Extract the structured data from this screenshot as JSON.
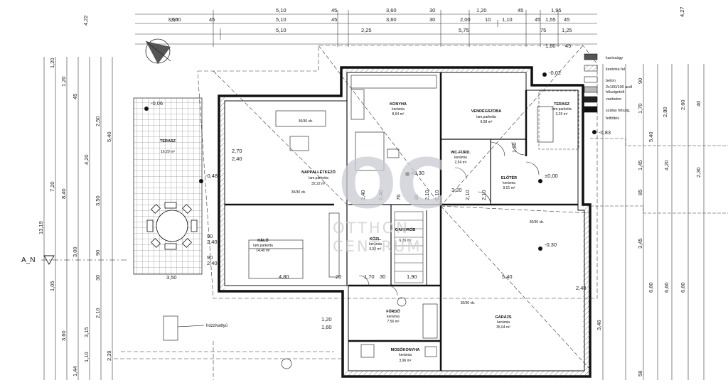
{
  "top_dims": {
    "row1": [
      "5,10",
      "45",
      "3,60",
      "30",
      "1,20",
      "45",
      "1,95"
    ],
    "row2": [
      "3,50",
      "45",
      "5,10",
      "45",
      "3,60",
      "30",
      "2,00",
      "10",
      "1,10",
      "45",
      "1,55",
      "45"
    ],
    "row3": [
      "5,10",
      "2,25",
      "5,75",
      "75",
      "1,25"
    ]
  },
  "right_top": [
    "4,27",
    "4,22"
  ],
  "section_label": "A_N",
  "rooms": [
    {
      "name": "TERASZ",
      "mat": "",
      "area": "16,20 m²"
    },
    {
      "name": "KONYHA",
      "mat": "kerámia",
      "area": "8,64 m²"
    },
    {
      "name": "VENDÉGSZOBA",
      "mat": "lam.parketta",
      "area": "9,08 m²"
    },
    {
      "name": "TERASZ",
      "mat": "lam.parketta",
      "area": "3,25 m²"
    },
    {
      "name": "NAPPALI-ÉTKEZŐ",
      "mat": "lam.parketta",
      "area": "32,22 m²"
    },
    {
      "name": "WC-FÜRD.",
      "mat": "kerámia",
      "area": "2,54 m²"
    },
    {
      "name": "ELŐTÉR",
      "mat": "kerámia",
      "area": "9,01 m²"
    },
    {
      "name": "HÁLÓ",
      "mat": "lam.parketta",
      "area": "14,40 m²"
    },
    {
      "name": "KÖZL.",
      "mat": "kerámia",
      "area": "5,50 m²"
    },
    {
      "name": "GARDRÓB",
      "mat": "",
      "area": "6,26 m²"
    },
    {
      "name": "FÜRDŐ",
      "mat": "kerámia",
      "area": "7,56 m²"
    },
    {
      "name": "GARÁZS",
      "mat": "kerámia",
      "area": "35,64 m²"
    },
    {
      "name": "MOSÓKONYHA",
      "mat": "kerámia",
      "area": "3,96 m²"
    }
  ],
  "legend": [
    "kavicságy",
    "kerámia fal",
    "beton",
    "2x100/100 acél",
    "hőszigetelt",
    "vasbeton",
    "szálas hőszig.",
    "feltöltés"
  ],
  "levels": [
    "-0,06",
    "-0,48",
    "±0,00",
    "-0,30",
    "-0,83",
    "-0,02",
    "+0,30"
  ],
  "annotations": {
    "viewbox_note": "30/30 vb.",
    "hozzavattyu": "hózzivattyú",
    "sublabel": "30/30 vb."
  },
  "misc_dims": [
    "2,70",
    "2,40",
    "90",
    "2,40",
    "90",
    "2,40",
    "4,80",
    "20",
    "1,70",
    "1,90",
    "30",
    "5,40",
    "2,48",
    "1,20",
    "1,60",
    "1,80",
    "2,10",
    "2,10",
    "2,10",
    "3,20",
    "2,10",
    "76",
    "30",
    "2,40",
    "2,40",
    "3,50",
    "3,60"
  ],
  "left_dims": [
    "1,20",
    "1,20",
    "45",
    "2,50",
    "5,40",
    "8,40",
    "7,20",
    "13,19",
    "4,20",
    "3,50",
    "3,00",
    "90",
    "1,05",
    "2,10",
    "3,60",
    "3,15",
    "1,10",
    "2,39",
    "1,44",
    "30"
  ],
  "right_dims": [
    "90",
    "1,70",
    "2,80",
    "2,60",
    "5,40",
    "1,45",
    "85",
    "3,45",
    "6,60",
    "6,60",
    "6,60",
    "3,46",
    "58",
    "2,30",
    "40",
    "4,20"
  ],
  "watermark": {
    "logo": "OC",
    "line1": "OTTHON",
    "line2": "CENTRUM"
  }
}
